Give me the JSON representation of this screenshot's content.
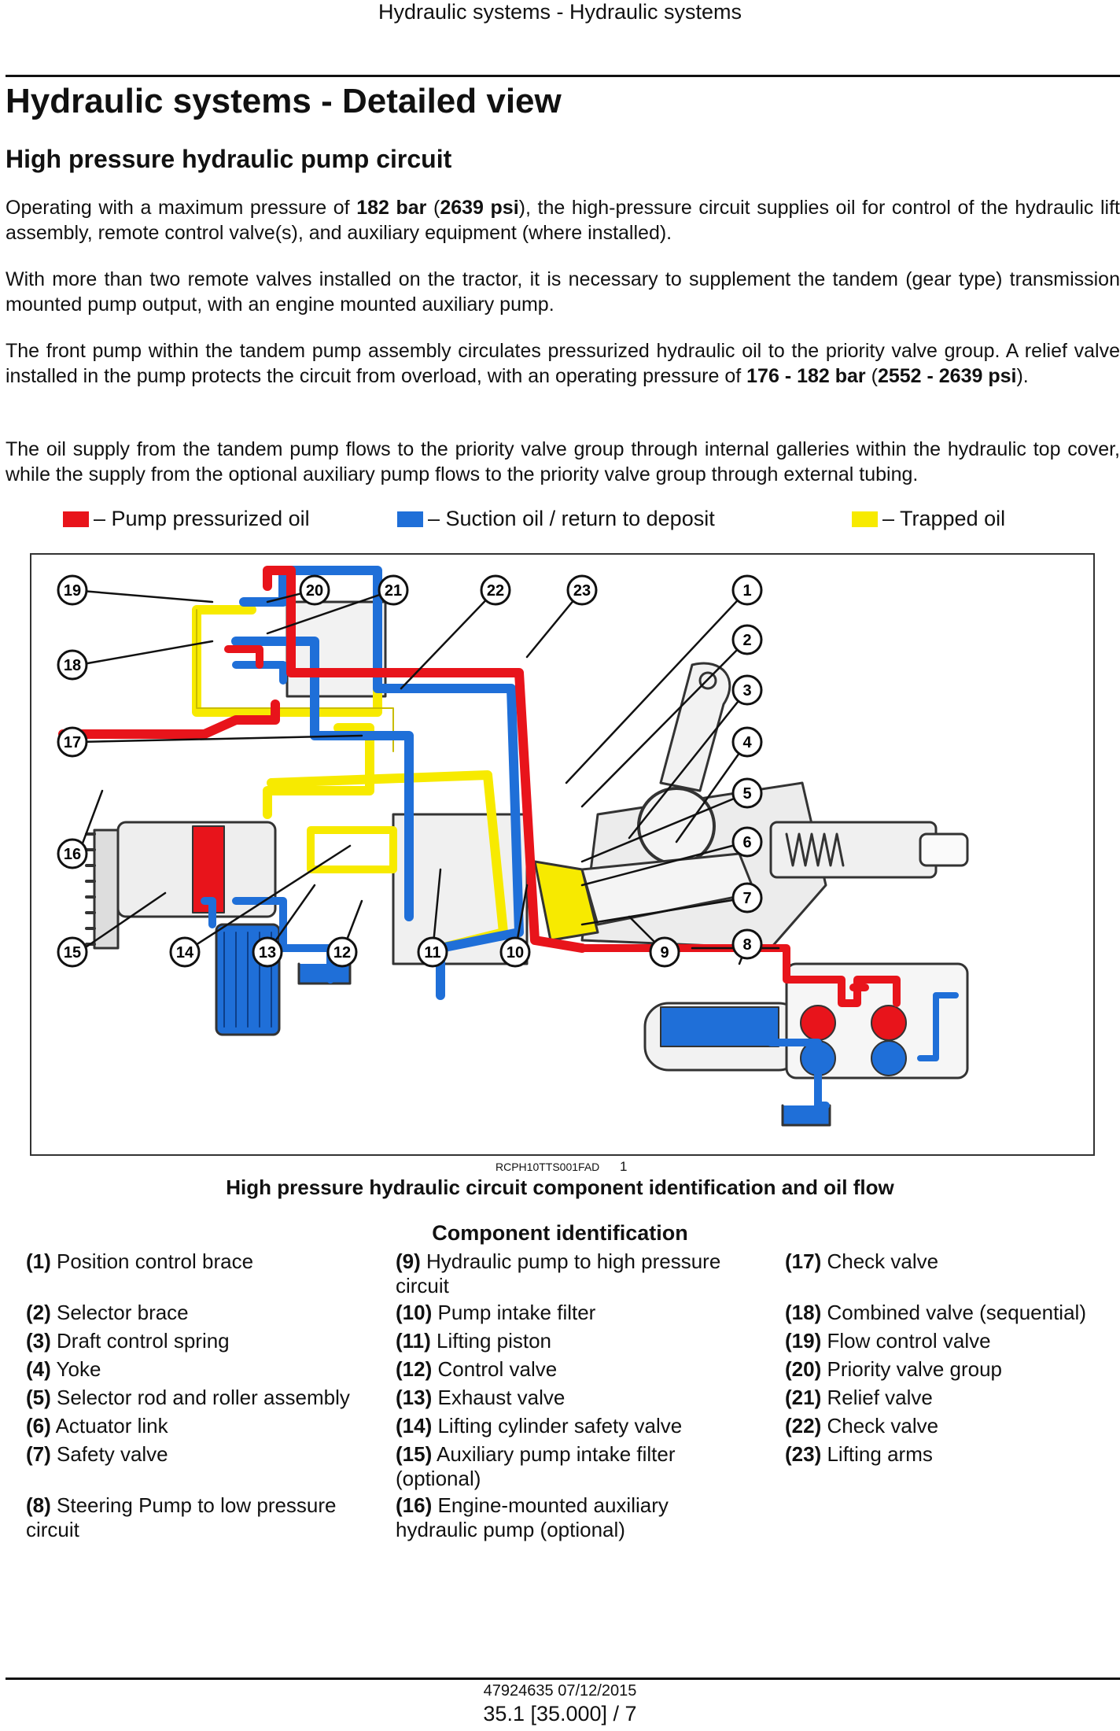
{
  "header": {
    "running_title": "Hydraulic systems - Hydraulic systems"
  },
  "title": "Hydraulic systems - Detailed view",
  "section_title": "High pressure hydraulic pump circuit",
  "paragraphs": {
    "p1": {
      "a": "Operating with a maximum pressure of ",
      "b1": "182 bar",
      "c": " (",
      "b2": "2639 psi",
      "d": "), the high-pressure circuit supplies oil for control of the hydraulic lift assembly, remote control valve(s), and auxiliary equipment (where installed)."
    },
    "p2": "With more than two remote valves installed on the tractor, it is necessary to supplement the tandem (gear type) transmission mounted pump output, with an engine mounted auxiliary pump.",
    "p3": {
      "a": "The front pump within the tandem pump assembly circulates pressurized hydraulic oil to the priority valve group. A relief valve installed in the pump protects the circuit from overload, with an operating pressure of ",
      "b1": "176 - 182 bar",
      "c": " (",
      "b2": "2552 - 2639 psi",
      "d": ")."
    },
    "p4": "The oil supply from the tandem pump flows to the priority valve group through internal galleries within the hydraulic top cover, while the supply from the optional auxiliary pump flows to the priority valve group through external tubing."
  },
  "legend": [
    {
      "label": "– Pump pressurized oil",
      "color": "#e8141b"
    },
    {
      "label": "– Suction oil / return to deposit",
      "color": "#1f6fd8"
    },
    {
      "label": "– Trapped oil",
      "color": "#f7ea00"
    }
  ],
  "figure": {
    "code": "RCPH10TTS001FAD",
    "number": "1",
    "caption": "High pressure hydraulic circuit component identification and oil flow",
    "callouts": [
      "1",
      "2",
      "3",
      "4",
      "5",
      "6",
      "7",
      "8",
      "9",
      "10",
      "11",
      "12",
      "13",
      "14",
      "15",
      "16",
      "17",
      "18",
      "19",
      "20",
      "21",
      "22",
      "23"
    ]
  },
  "components": {
    "title": "Component identification",
    "col1": [
      {
        "num": "(1)",
        "label": " Position control brace"
      },
      {
        "num": "(2)",
        "label": " Selector brace"
      },
      {
        "num": "(3)",
        "label": " Draft control spring"
      },
      {
        "num": "(4)",
        "label": " Yoke"
      },
      {
        "num": "(5)",
        "label": " Selector rod and roller assembly"
      },
      {
        "num": "(6)",
        "label": " Actuator link"
      },
      {
        "num": "(7)",
        "label": " Safety valve"
      },
      {
        "num": "(8)",
        "label": " Steering Pump to low pressure circuit"
      }
    ],
    "col2": [
      {
        "num": "(9)",
        "label": " Hydraulic pump to high pressure circuit"
      },
      {
        "num": "(10)",
        "label": " Pump intake filter"
      },
      {
        "num": "(11)",
        "label": " Lifting piston"
      },
      {
        "num": "(12)",
        "label": " Control valve"
      },
      {
        "num": "(13)",
        "label": " Exhaust valve"
      },
      {
        "num": "(14)",
        "label": " Lifting cylinder safety valve"
      },
      {
        "num": "(15)",
        "label": " Auxiliary pump intake filter (optional)"
      },
      {
        "num": "(16)",
        "label": " Engine-mounted auxiliary hydraulic pump (optional)"
      }
    ],
    "col3": [
      {
        "num": "(17)",
        "label": " Check valve"
      },
      {
        "num": "(18)",
        "label": " Combined valve (sequential)"
      },
      {
        "num": "(19)",
        "label": " Flow control valve"
      },
      {
        "num": "(20)",
        "label": " Priority valve group"
      },
      {
        "num": "(21)",
        "label": " Relief valve"
      },
      {
        "num": "(22)",
        "label": " Check valve"
      },
      {
        "num": "(23)",
        "label": " Lifting arms"
      }
    ]
  },
  "footer": {
    "doc_id": "47924635 07/12/2015",
    "page": "35.1 [35.000] / 7"
  }
}
